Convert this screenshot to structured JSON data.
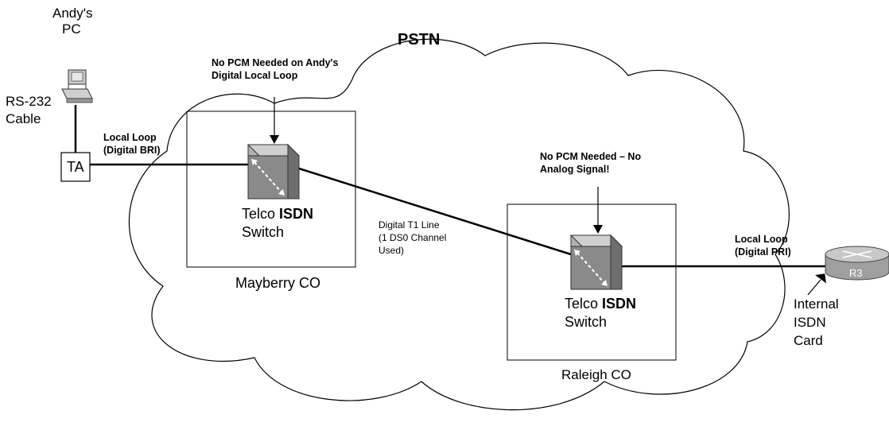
{
  "title": "PSTN",
  "andys_pc": {
    "line1": "Andy's",
    "line2": "PC"
  },
  "rs232": {
    "line1": "RS-232",
    "line2": "Cable"
  },
  "ta": "TA",
  "local_loop_bri": {
    "line1": "Local Loop",
    "line2": "(Digital BRI)"
  },
  "note_andy": {
    "line1": "No PCM Needed on Andy's",
    "line2": "Digital Local Loop"
  },
  "switch_left": {
    "prefix": "Telco ",
    "bold": "ISDN",
    "line2": "Switch"
  },
  "mayberry": "Mayberry CO",
  "t1_line": {
    "line1": "Digital T1 Line",
    "line2": "(1 DS0 Channel",
    "line3": "Used)"
  },
  "note_raleigh": {
    "line1": "No PCM Needed – No",
    "line2": "Analog Signal!"
  },
  "switch_right": {
    "prefix": "Telco ",
    "bold": "ISDN",
    "line2": "Switch"
  },
  "raleigh": "Raleigh CO",
  "local_loop_pri": {
    "line1": "Local Loop",
    "line2": "(Digital PRI)"
  },
  "router": {
    "label": "R3",
    "line1": "Internal",
    "line2": "ISDN",
    "line3": "Card"
  },
  "colors": {
    "switch_gray": "#8a8a8a",
    "router_gray": "#b8b8b8",
    "line": "#000000"
  }
}
